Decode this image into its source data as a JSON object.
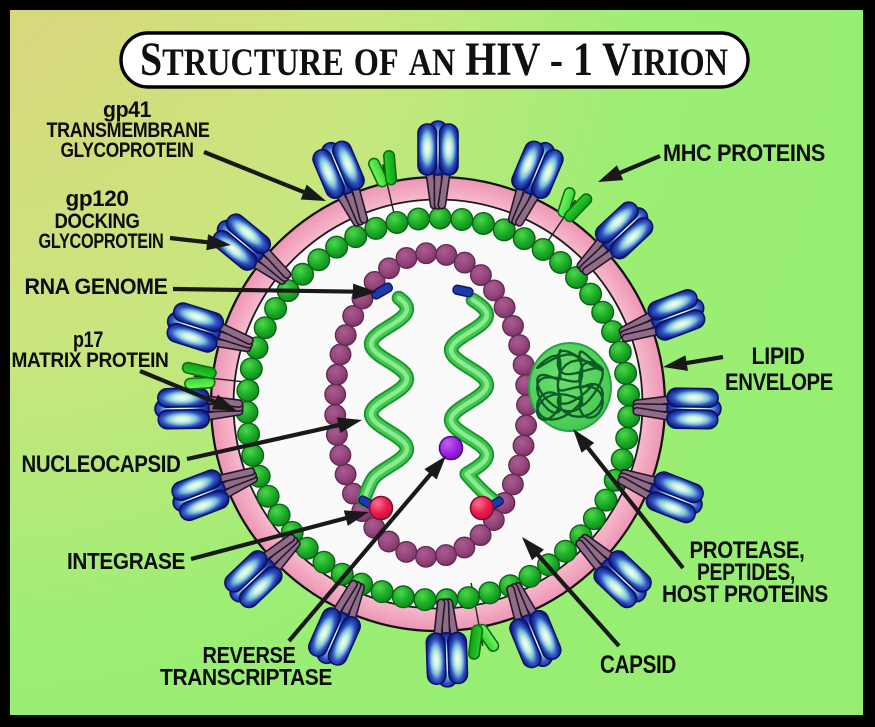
{
  "title": "Structure of an HIV - 1 Virion",
  "labels": {
    "gp41": {
      "line1": "gp41",
      "line2": "TRANSMEMBRANE",
      "line3": "GLYCOPROTEIN"
    },
    "gp120": {
      "line1": "gp120",
      "line2": "DOCKING",
      "line3": "GLYCOPROTEIN"
    },
    "rna_genome": {
      "line1": "RNA GENOME"
    },
    "p17": {
      "line1": "p17",
      "line2": "MATRIX PROTEIN"
    },
    "nucleocapsid": {
      "line1": "NUCLEOCAPSID"
    },
    "integrase": {
      "line1": "INTEGRASE"
    },
    "reverse_transcriptase": {
      "line1": "REVERSE",
      "line2": "TRANSCRIPTASE"
    },
    "capsid": {
      "line1": "CAPSID"
    },
    "protease": {
      "line1": "PROTEASE,",
      "line2": "PEPTIDES,",
      "line3": "HOST PROTEINS"
    },
    "lipid_envelope": {
      "line1": "LIPID",
      "line2": "ENVELOPE"
    },
    "mhc_proteins": {
      "line1": "MHC PROTEINS"
    }
  },
  "colors": {
    "frame": "#000000",
    "background_yellow": "#dbd47b",
    "background_green": "#98ee72",
    "title_fill": "#ffffff",
    "title_border": "#000000",
    "label_text": "#0c0c0c",
    "arrow": "#191919",
    "envelope_pink": "#f2a9c2",
    "envelope_pink_light": "#f7c6d4",
    "interior_white": "#fbfafb",
    "matrix_bead_green": "#1fb42c",
    "capsid_bead_purple": "#9b4b82",
    "rna_green": "#3fca4e",
    "rna_cap_blue": "#1c3aad",
    "integrase_red": "#e91a4d",
    "rt_violet": "#9c1fe0",
    "blob_green": "#46c855",
    "blob_squiggle": "#0d5c28",
    "spike_stem_mauve": "#8f6d88",
    "spike_head_navy": "#101a78",
    "mhc_green": "#2fd033"
  }
}
